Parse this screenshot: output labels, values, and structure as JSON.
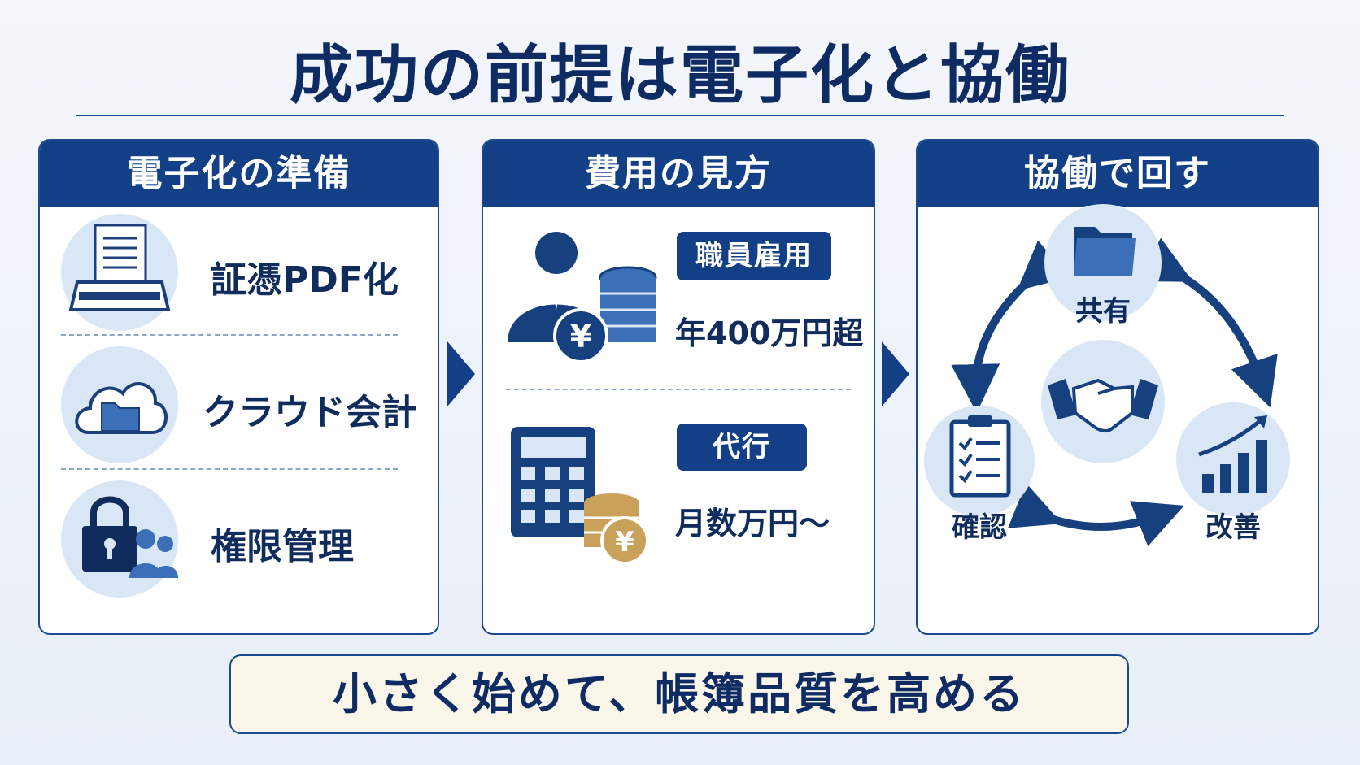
{
  "title": "成功の前提は電子化と協働",
  "panels": [
    {
      "header": "電子化の準備",
      "items": [
        {
          "label": "証憑PDF化",
          "icon": "scanner-document-icon"
        },
        {
          "label": "クラウド会計",
          "icon": "cloud-folder-icon"
        },
        {
          "label": "権限管理",
          "icon": "lock-users-icon"
        }
      ]
    },
    {
      "header": "費用の見方",
      "items": [
        {
          "pill": "職員雇用",
          "value": "年400万円超",
          "icon": "employee-yen-icon"
        },
        {
          "pill": "代行",
          "value": "月数万円〜",
          "icon": "calculator-yen-icon"
        }
      ]
    },
    {
      "header": "協働で回す",
      "cycle": [
        "共有",
        "改善",
        "確認"
      ],
      "cycle_icons": [
        "folder-icon",
        "growth-chart-icon",
        "clipboard-checklist-icon"
      ],
      "center_icon": "handshake-icon"
    }
  ],
  "banner": "小さく始めて、帳簿品質を高める",
  "colors": {
    "navy": "#123f85",
    "light_blue": "#d9e6f6",
    "gold": "#c9a15a",
    "banner_bg": "#fbf6ea"
  }
}
